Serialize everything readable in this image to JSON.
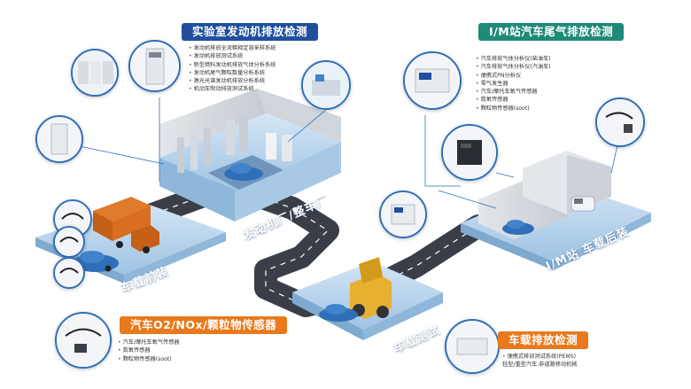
{
  "sections": {
    "lab": {
      "title": "实验室发动机排放检测",
      "items": [
        "发动机排放全流稀释定容采样系统",
        "发动机排放测试系统",
        "新型燃料发动机排放气体分析系统",
        "发动机尾气颗粒数量分析系统",
        "激光光谱发动机排放分析系统",
        "机动车制动排放测试系统"
      ]
    },
    "im": {
      "title": "I/M站汽车尾气排放检测",
      "items": [
        "汽车排放气体分析仪(柴油车)",
        "汽车排放气体分析仪(汽油车)",
        "便携式PN分析仪",
        "零气发生器",
        "汽车/摩托车氧气传感器",
        "氮氧传感器",
        "颗粒物传感器(soot)"
      ]
    },
    "sensor": {
      "title": "汽车O2/NOx/颗粒物传感器",
      "items": [
        "汽车/摩托车氧气传感器",
        "氮氧传感器",
        "颗粒物传感器(soot)"
      ]
    },
    "onboard": {
      "title": "车载排放检测",
      "items": [
        "便携式排放测试系统(PEMS)",
        "轻型/重型汽车,非道路移动机械"
      ]
    }
  },
  "zones": {
    "factory": "发动机厂/整车厂",
    "front": "车载前装",
    "onroad": "车载测试",
    "imstation": "I/M站 车载后装"
  },
  "colors": {
    "lab_banner": "#1f4f9e",
    "im_banner": "#1f8a78",
    "sensor_banner": "#e8791c",
    "onboard_banner": "#e8791c",
    "road": "#3a3f47",
    "platform": "#b9d4ea"
  }
}
